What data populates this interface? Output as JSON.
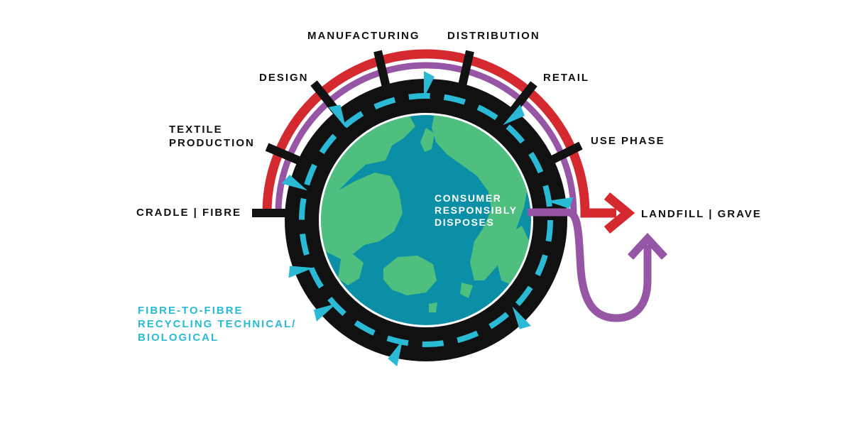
{
  "stages": {
    "cradle": "CRADLE | FIBRE",
    "textile_line1": "TEXTILE",
    "textile_line2": "PRODUCTION",
    "design": "DESIGN",
    "manufacturing": "MANUFACTURING",
    "distribution": "DISTRIBUTION",
    "retail": "RETAIL",
    "use_phase": "USE PHASE",
    "landfill": "LANDFILL | GRAVE"
  },
  "consumer": {
    "line1": "CONSUMER",
    "line2": "RESPONSIBLY",
    "line3": "DISPOSES"
  },
  "recycling": {
    "line1": "FIBRE-TO-FIBRE",
    "line2": "RECYCLING TECHNICAL/",
    "line3": "BIOLOGICAL"
  },
  "colors": {
    "linear_path": "#d42a2f",
    "disposal_path": "#9656a5",
    "recycling_loop": "#2bbad6",
    "ring": "#111111",
    "ocean": "#0a8fa6",
    "land": "#4ebf7e"
  }
}
